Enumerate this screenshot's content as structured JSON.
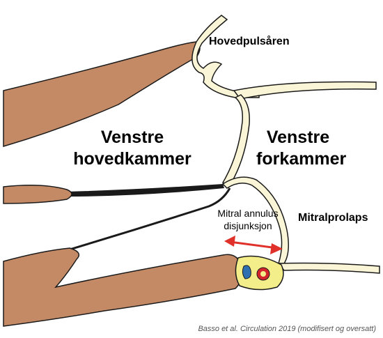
{
  "labels": {
    "aorta": "Hovedpulsåren",
    "left_ventricle_line1": "Venstre",
    "left_ventricle_line2": "hovedkammer",
    "left_atrium_line1": "Venstre",
    "left_atrium_line2": "forkammer",
    "mad_line1": "Mitral annulus",
    "mad_line2": "disjunksjon",
    "prolapse": "Mitralprolaps"
  },
  "citation": "Basso et al. Circulation 2019 (modifisert og oversatt)",
  "colors": {
    "tissue": "#C48A66",
    "wall": "#FAF5D6",
    "outline": "#1a1a1a",
    "arrow": "#E0302A",
    "annulus_fill": "#F4EE8A",
    "artery_blue": "#2F6FB0",
    "artery_red": "#D3242B"
  }
}
